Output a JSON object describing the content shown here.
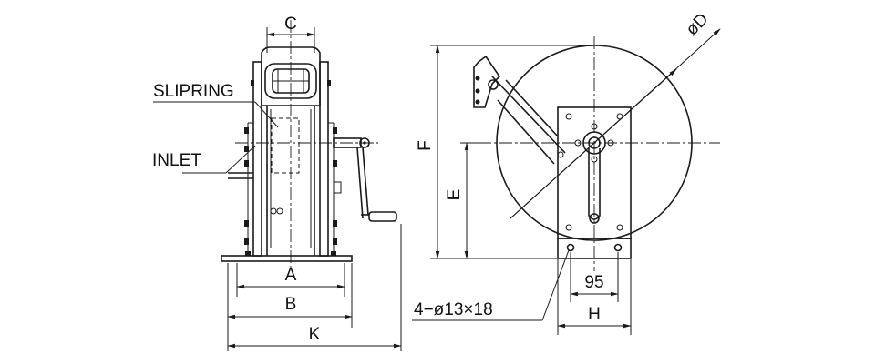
{
  "labels": {
    "C": "C",
    "SLIPRING": "SLIPRING",
    "INLET": "INLET",
    "A": "A",
    "B": "B",
    "K": "K",
    "F": "F",
    "E": "E",
    "D": "øD",
    "dim95": "95",
    "H": "H",
    "holes": "4−ø13×18"
  }
}
